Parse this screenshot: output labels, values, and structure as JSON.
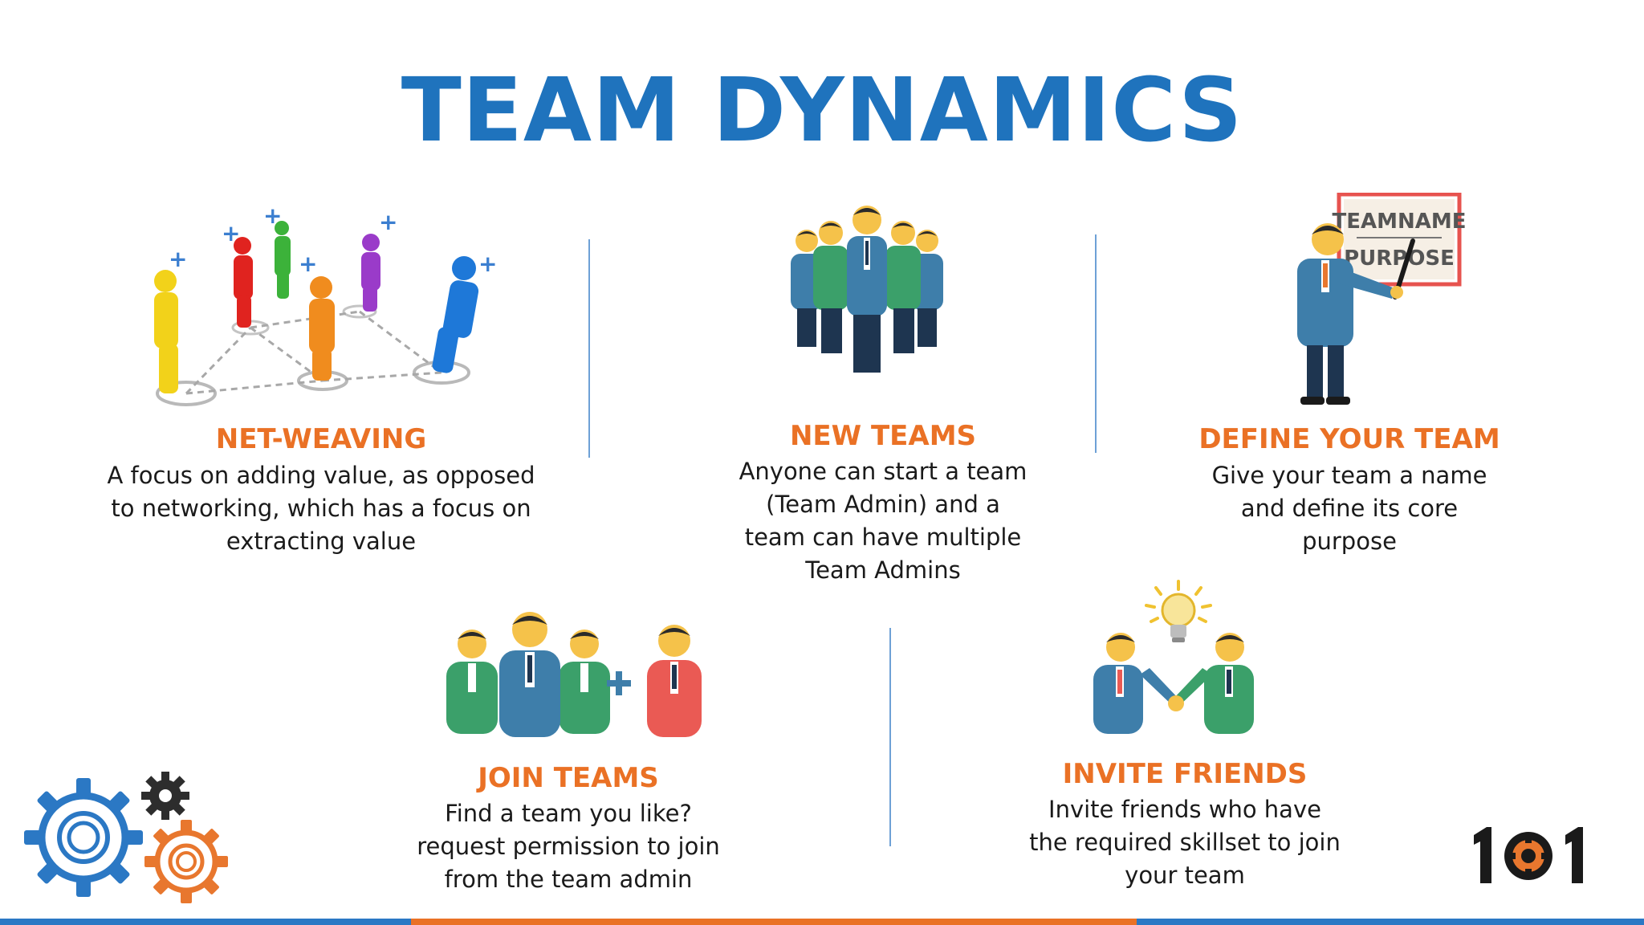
{
  "title": "TEAM DYNAMICS",
  "sections": {
    "net_weaving": {
      "heading": "NET-WEAVING",
      "description": "A focus on adding value, as opposed to networking, which has a focus on extracting value"
    },
    "new_teams": {
      "heading": "NEW TEAMS",
      "description": "Anyone can start a team (Team Admin) and a team can have multiple Team Admins"
    },
    "define_your_team": {
      "heading": "DEFINE YOUR TEAM",
      "description": "Give your team a name and define its core purpose",
      "board_line1": "TEAMNAME",
      "board_line2": "PURPOSE"
    },
    "join_teams": {
      "heading": "JOIN TEAMS",
      "description": "Find a team you like? request permission to join from the team admin"
    },
    "invite_friends": {
      "heading": "INVITE FRIENDS",
      "description": "Invite friends who have the required skillset to join your team"
    }
  },
  "logo": {
    "text": "101"
  },
  "colors": {
    "title_blue": "#1f73bd",
    "heading_orange": "#ea7125",
    "gear_blue": "#2b78c4",
    "gear_orange": "#e8772e",
    "gear_dark": "#2d2d2d",
    "bar_blue": "#2b78c4",
    "bar_orange": "#ea7125"
  },
  "icons": [
    "network-people-icon",
    "group-icon",
    "presenter-icon",
    "join-group-icon",
    "handshake-idea-icon",
    "gears-icon"
  ]
}
